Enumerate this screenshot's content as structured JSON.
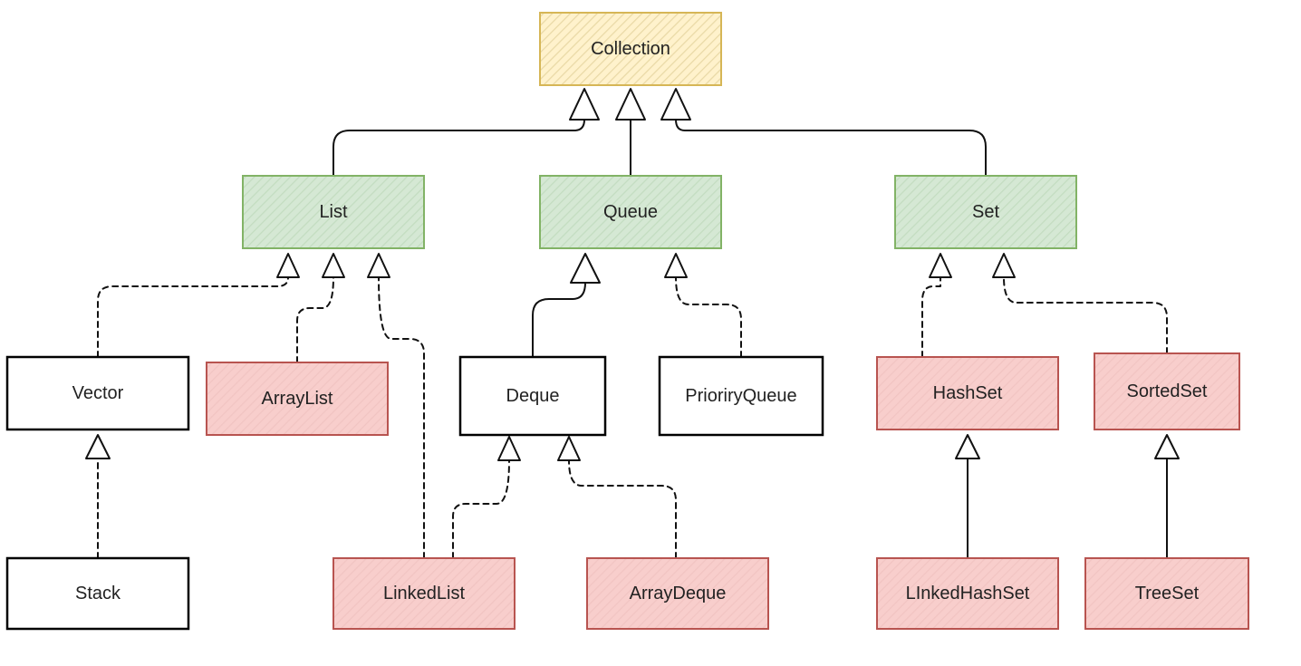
{
  "colors": {
    "yellow_fill": "#fff2cc",
    "yellow_stroke": "#d6b656",
    "green_fill": "#d5e8d4",
    "green_stroke": "#82b366",
    "red_fill": "#f8cecc",
    "red_stroke": "#b85450",
    "plain_fill": "#ffffff",
    "plain_stroke": "#000000",
    "edge": "#111111"
  },
  "nodes": {
    "collection": {
      "label": "Collection",
      "style": "yellow"
    },
    "list": {
      "label": "List",
      "style": "green"
    },
    "queue": {
      "label": "Queue",
      "style": "green"
    },
    "set": {
      "label": "Set",
      "style": "green"
    },
    "vector": {
      "label": "Vector",
      "style": "plain"
    },
    "arraylist": {
      "label": "ArrayList",
      "style": "red"
    },
    "deque": {
      "label": "Deque",
      "style": "plain"
    },
    "prioriryqueue": {
      "label": "PrioriryQueue",
      "style": "plain"
    },
    "hashset": {
      "label": "HashSet",
      "style": "red"
    },
    "sortedset": {
      "label": "SortedSet",
      "style": "red"
    },
    "stack": {
      "label": "Stack",
      "style": "plain"
    },
    "linkedlist": {
      "label": "LinkedList",
      "style": "red"
    },
    "arraydeque": {
      "label": "ArrayDeque",
      "style": "red"
    },
    "linkedhashset": {
      "label": "LInkedHashSet",
      "style": "red"
    },
    "treeset": {
      "label": "TreeSet",
      "style": "red"
    }
  },
  "edges": [
    {
      "from": "list",
      "to": "collection",
      "type": "extends"
    },
    {
      "from": "queue",
      "to": "collection",
      "type": "extends"
    },
    {
      "from": "set",
      "to": "collection",
      "type": "extends"
    },
    {
      "from": "vector",
      "to": "list",
      "type": "implements"
    },
    {
      "from": "arraylist",
      "to": "list",
      "type": "implements"
    },
    {
      "from": "linkedlist",
      "to": "list",
      "type": "implements"
    },
    {
      "from": "deque",
      "to": "queue",
      "type": "extends"
    },
    {
      "from": "prioriryqueue",
      "to": "queue",
      "type": "implements"
    },
    {
      "from": "linkedlist",
      "to": "deque",
      "type": "implements"
    },
    {
      "from": "arraydeque",
      "to": "deque",
      "type": "implements"
    },
    {
      "from": "stack",
      "to": "vector",
      "type": "implements"
    },
    {
      "from": "hashset",
      "to": "set",
      "type": "implements"
    },
    {
      "from": "sortedset",
      "to": "set",
      "type": "implements"
    },
    {
      "from": "linkedhashset",
      "to": "hashset",
      "type": "extends"
    },
    {
      "from": "treeset",
      "to": "sortedset",
      "type": "extends"
    }
  ]
}
